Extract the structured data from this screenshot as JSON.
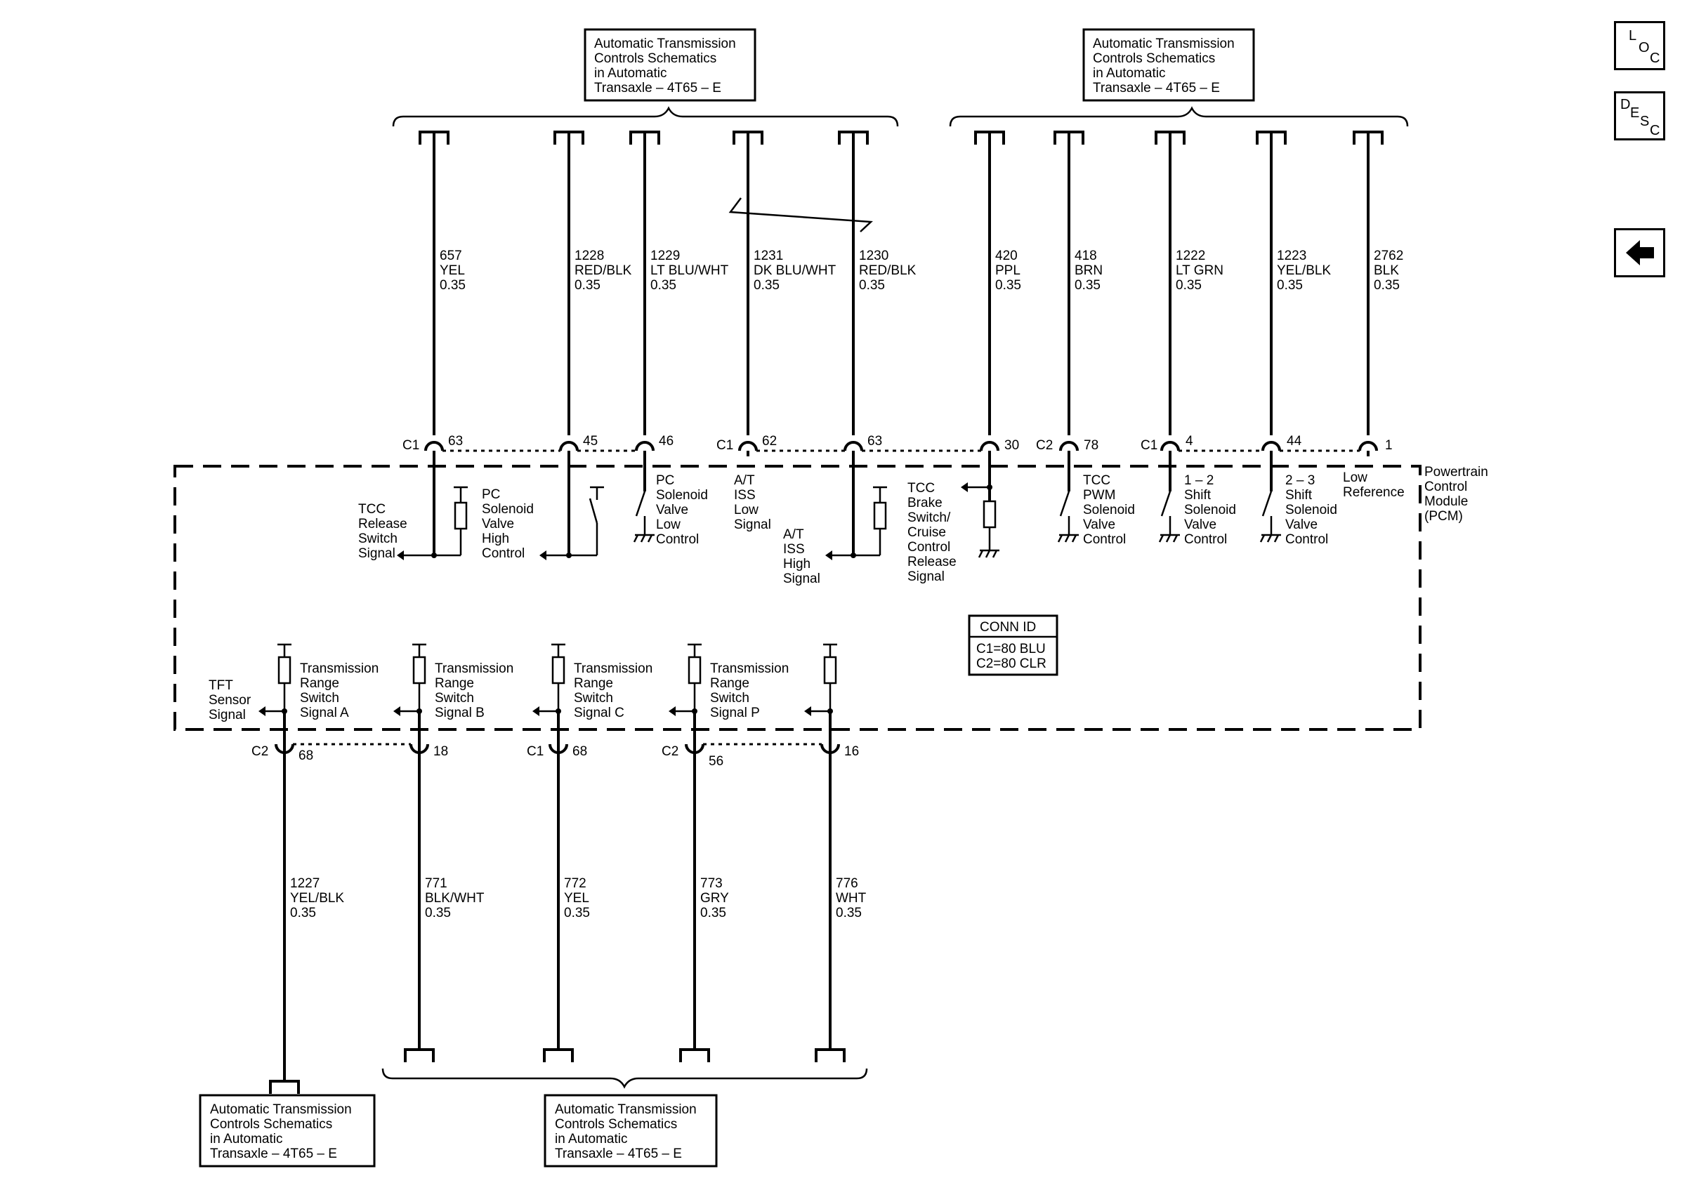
{
  "ref_boxes": {
    "top_left": [
      "Automatic Transmission",
      "Controls Schematics",
      "in Automatic",
      "Transaxle – 4T65 – E"
    ],
    "top_right": [
      "Automatic Transmission",
      "Controls Schematics",
      "in Automatic",
      "Transaxle – 4T65 – E"
    ],
    "bottom_left": [
      "Automatic Transmission",
      "Controls Schematics",
      "in Automatic",
      "Transaxle – 4T65 – E"
    ],
    "bottom_mid": [
      "Automatic Transmission",
      "Controls Schematics",
      "in Automatic",
      "Transaxle – 4T65 – E"
    ]
  },
  "nav": {
    "loc": {
      "l": "L",
      "o": "O",
      "c": "C"
    },
    "desc": {
      "d": "D",
      "e": "E",
      "s": "S",
      "c": "C"
    },
    "back_icon": "left-arrow-icon"
  },
  "top_wires": [
    {
      "circuit": "657",
      "color": "YEL",
      "gauge": "0.35",
      "conn": "C1",
      "pin": "63",
      "label": [
        "TCC",
        "Release",
        "Switch",
        "Signal"
      ]
    },
    {
      "circuit": "1228",
      "color": "RED/BLK",
      "gauge": "0.35",
      "conn": "",
      "pin": "45",
      "label": [
        "PC",
        "Solenoid",
        "Valve",
        "High",
        "Control"
      ]
    },
    {
      "circuit": "1229",
      "color": "LT BLU/WHT",
      "gauge": "0.35",
      "conn": "",
      "pin": "46",
      "label": [
        "PC",
        "Solenoid",
        "Valve",
        "Low",
        "Control"
      ]
    },
    {
      "circuit": "1231",
      "color": "DK BLU/WHT",
      "gauge": "0.35",
      "conn": "C1",
      "pin": "62",
      "label": [
        "A/T",
        "ISS",
        "Low",
        "Signal"
      ]
    },
    {
      "circuit": "1230",
      "color": "RED/BLK",
      "gauge": "0.35",
      "conn": "",
      "pin": "63",
      "label": [
        "A/T",
        "ISS",
        "High",
        "Signal"
      ]
    },
    {
      "circuit": "420",
      "color": "PPL",
      "gauge": "0.35",
      "conn": "",
      "pin": "30",
      "label": [
        "TCC",
        "Brake",
        "Switch/",
        "Cruise",
        "Control",
        "Release",
        "Signal"
      ]
    },
    {
      "circuit": "418",
      "color": "BRN",
      "gauge": "0.35",
      "conn": "C2",
      "pin": "78",
      "label": [
        "TCC",
        "PWM",
        "Solenoid",
        "Valve",
        "Control"
      ]
    },
    {
      "circuit": "1222",
      "color": "LT GRN",
      "gauge": "0.35",
      "conn": "C1",
      "pin": "4",
      "label": [
        "1 – 2",
        "Shift",
        "Solenoid",
        "Valve",
        "Control"
      ]
    },
    {
      "circuit": "1223",
      "color": "YEL/BLK",
      "gauge": "0.35",
      "conn": "",
      "pin": "44",
      "label": [
        "2 – 3",
        "Shift",
        "Solenoid",
        "Valve",
        "Control"
      ]
    },
    {
      "circuit": "2762",
      "color": "BLK",
      "gauge": "0.35",
      "conn": "",
      "pin": "1",
      "label": [
        "Low",
        "Reference"
      ]
    }
  ],
  "pcm_label": [
    "Powertrain",
    "Control",
    "Module",
    "(PCM)"
  ],
  "conn_id": {
    "title": "CONN ID",
    "lines": [
      "C1=80 BLU",
      "C2=80 CLR"
    ]
  },
  "bottom_wires": [
    {
      "circuit": "1227",
      "color": "YEL/BLK",
      "gauge": "0.35",
      "conn": "C2",
      "pin": "68",
      "label": [
        "TFT",
        "Sensor",
        "Signal"
      ]
    },
    {
      "circuit": "771",
      "color": "BLK/WHT",
      "gauge": "0.35",
      "conn": "",
      "pin": "18",
      "label": [
        "Transmission",
        "Range",
        "Switch",
        "Signal A"
      ]
    },
    {
      "circuit": "772",
      "color": "YEL",
      "gauge": "0.35",
      "conn": "C1",
      "pin": "68",
      "label": [
        "Transmission",
        "Range",
        "Switch",
        "Signal B"
      ]
    },
    {
      "circuit": "773",
      "color": "GRY",
      "gauge": "0.35",
      "conn": "C2",
      "pin": "56",
      "label": [
        "Transmission",
        "Range",
        "Switch",
        "Signal C"
      ]
    },
    {
      "circuit": "776",
      "color": "WHT",
      "gauge": "0.35",
      "conn": "",
      "pin": "16",
      "label": [
        "Transmission",
        "Range",
        "Switch",
        "Signal P"
      ]
    }
  ]
}
